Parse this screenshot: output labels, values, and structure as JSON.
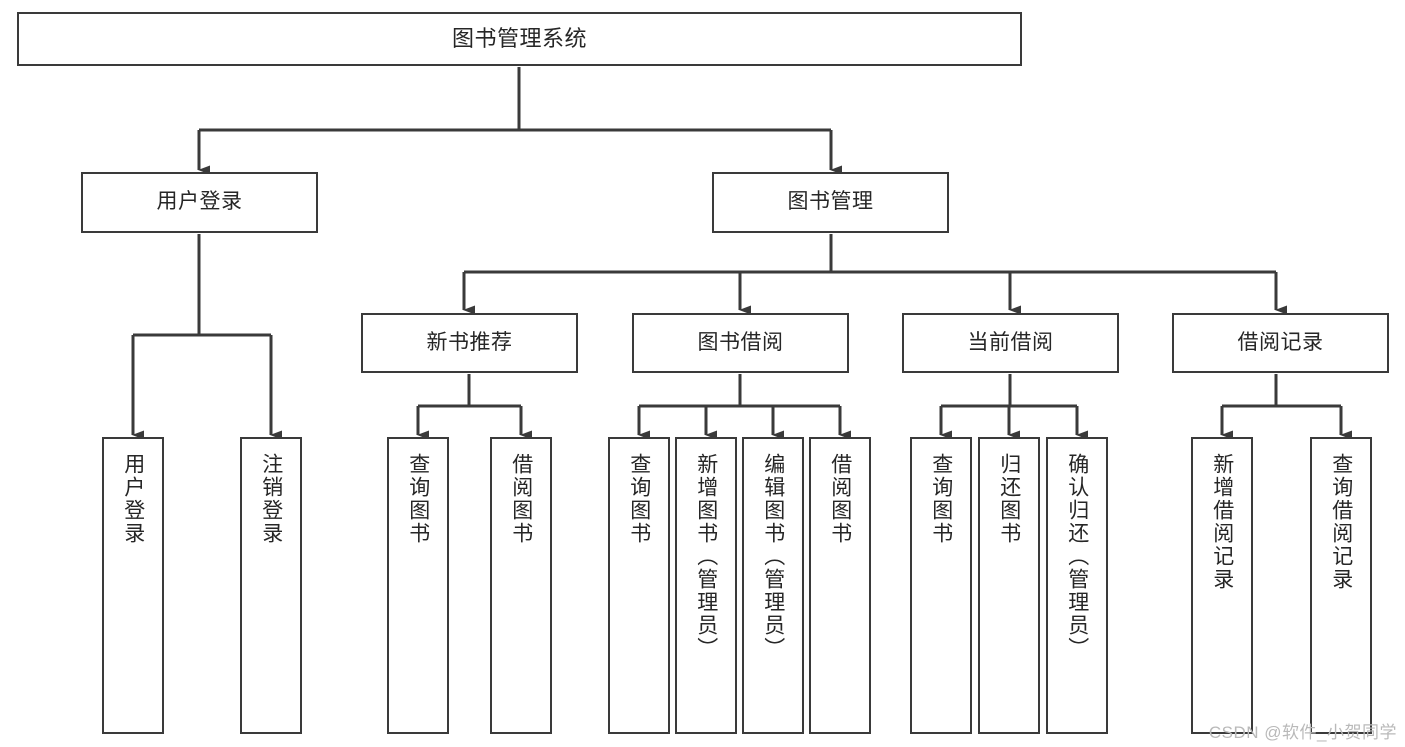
{
  "diagram": {
    "type": "tree",
    "title": "图书管理系统",
    "colors": {
      "stroke": "#3a3a3a",
      "box_fill": "#ffffff",
      "text": "#262626",
      "background": "#ffffff",
      "watermark": "#b9b9b9"
    },
    "levels": {
      "root": {
        "label": "图书管理系统"
      },
      "level2": [
        {
          "id": "user-login",
          "label": "用户登录"
        },
        {
          "id": "book-management",
          "label": "图书管理"
        }
      ],
      "level3": [
        {
          "id": "new-book-recommend",
          "label": "新书推荐"
        },
        {
          "id": "book-borrow",
          "label": "图书借阅"
        },
        {
          "id": "current-borrow",
          "label": "当前借阅"
        },
        {
          "id": "borrow-record",
          "label": "借阅记录"
        }
      ],
      "leaves": {
        "user_login": [
          {
            "id": "leaf-user-login",
            "label": "用户登录"
          },
          {
            "id": "leaf-logout-login",
            "label": "注销登录"
          }
        ],
        "new_book_recommend": [
          {
            "id": "leaf-query-book-1",
            "label": "查询图书"
          },
          {
            "id": "leaf-borrow-book-1",
            "label": "借阅图书"
          }
        ],
        "book_borrow": [
          {
            "id": "leaf-query-book-2",
            "label": "查询图书"
          },
          {
            "id": "leaf-add-book",
            "label": "新增图书（管理员）"
          },
          {
            "id": "leaf-edit-book",
            "label": "编辑图书（管理员）"
          },
          {
            "id": "leaf-borrow-book-2",
            "label": "借阅图书"
          }
        ],
        "current_borrow": [
          {
            "id": "leaf-query-book-3",
            "label": "查询图书"
          },
          {
            "id": "leaf-return-book",
            "label": "归还图书"
          },
          {
            "id": "leaf-confirm-return",
            "label": "确认归还（管理员）"
          }
        ],
        "borrow_record": [
          {
            "id": "leaf-add-borrow-record",
            "label": "新增借阅记录"
          },
          {
            "id": "leaf-query-borrow-record",
            "label": "查询借阅记录"
          }
        ]
      }
    },
    "watermark": "CSDN @软件_小贺同学"
  }
}
